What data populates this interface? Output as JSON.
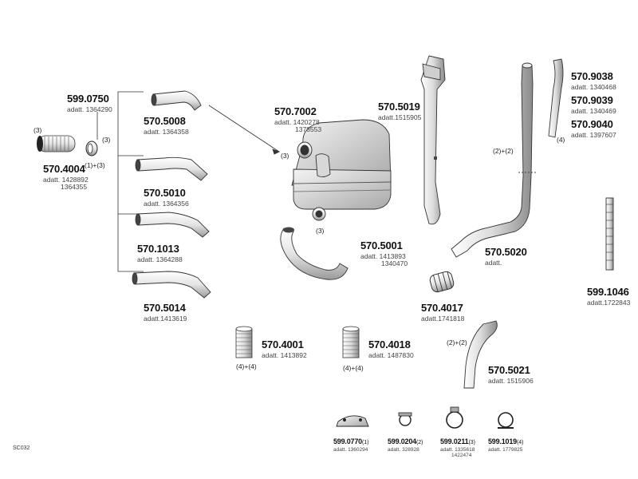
{
  "diagram_code": "SC032",
  "parts": {
    "p599_0750": {
      "number": "599.0750",
      "sub": "adatt. 1364290"
    },
    "p570_4004": {
      "number": "570.4004",
      "sub": "adatt. 1428892",
      "sub2": "1364355"
    },
    "p570_5008": {
      "number": "570.5008",
      "sub": "adatt. 1364358"
    },
    "p570_5010": {
      "number": "570.5010",
      "sub": "adatt. 1364356"
    },
    "p570_1013": {
      "number": "570.1013",
      "sub": "adatt. 1364288"
    },
    "p570_5014": {
      "number": "570.5014",
      "sub": "adatt.1413619"
    },
    "p570_7002": {
      "number": "570.7002",
      "sub": "adatt. 1420278",
      "sub2": "1378553"
    },
    "p570_5019": {
      "number": "570.5019",
      "sub": "adatt.1515905"
    },
    "p570_9038": {
      "number": "570.9038",
      "sub": "adatt. 1340468"
    },
    "p570_9039": {
      "number": "570.9039",
      "sub": "adatt. 1340469"
    },
    "p570_9040": {
      "number": "570.9040",
      "sub": "adatt. 1397607"
    },
    "p570_5001": {
      "number": "570.5001",
      "sub": "adatt. 1413893",
      "sub2": "1340470"
    },
    "p570_5020": {
      "number": "570.5020",
      "sub": "adatt."
    },
    "p599_1046": {
      "number": "599.1046",
      "sub": "adatt.1722843"
    },
    "p570_4017": {
      "number": "570.4017",
      "sub": "adatt.1741818"
    },
    "p570_4001": {
      "number": "570.4001",
      "sub": "adatt. 1413892"
    },
    "p570_4018": {
      "number": "570.4018",
      "sub": "adatt. 1487830"
    },
    "p570_5021": {
      "number": "570.5021",
      "sub": "adatt. 1515906"
    },
    "p599_0770": {
      "number": "599.0770",
      "qty": "(1)",
      "sub": "adatt. 1360294"
    },
    "p599_0204": {
      "number": "599.0204",
      "qty": "(2)",
      "sub": "adatt. 328928"
    },
    "p599_0211": {
      "number": "599.0211",
      "qty": "(3)",
      "sub": "adatt. 1335618",
      "sub2": "1422474"
    },
    "p599_1019": {
      "number": "599.1019",
      "qty": "(4)",
      "sub": "adatt. 1779825"
    }
  },
  "quantities": {
    "q3_left": "(3)",
    "q3_clamp": "(3)",
    "q1_3": "(1)+(3)",
    "q3_muffler": "(3)",
    "q3_outlet": "(3)",
    "q2_2_a": "(2)+(2)",
    "q4_pipe": "(4)",
    "q4_4_a": "(4)+(4)",
    "q4_4_b": "(4)+(4)",
    "q2_2_b": "(2)+(2)"
  }
}
